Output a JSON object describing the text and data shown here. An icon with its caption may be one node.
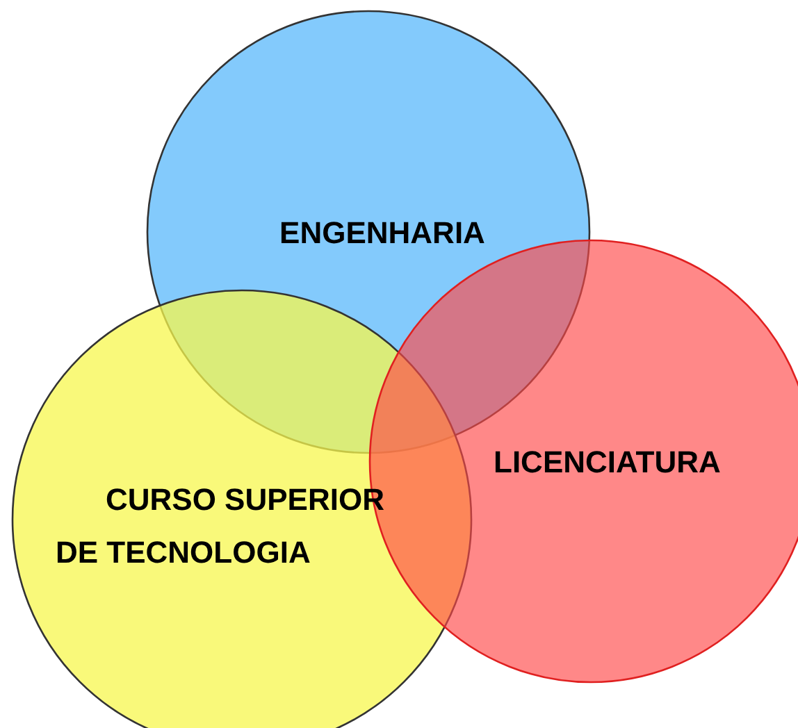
{
  "diagram": {
    "nodes": [
      {
        "text": [
          "ENGENHARIA"
        ]
      },
      {
        "text": [
          "CURSO SUPERIOR DE TECNOLOGIA"
        ]
      },
      {
        "text": [
          "LICENCIATURA"
        ]
      }
    ]
  }
}
